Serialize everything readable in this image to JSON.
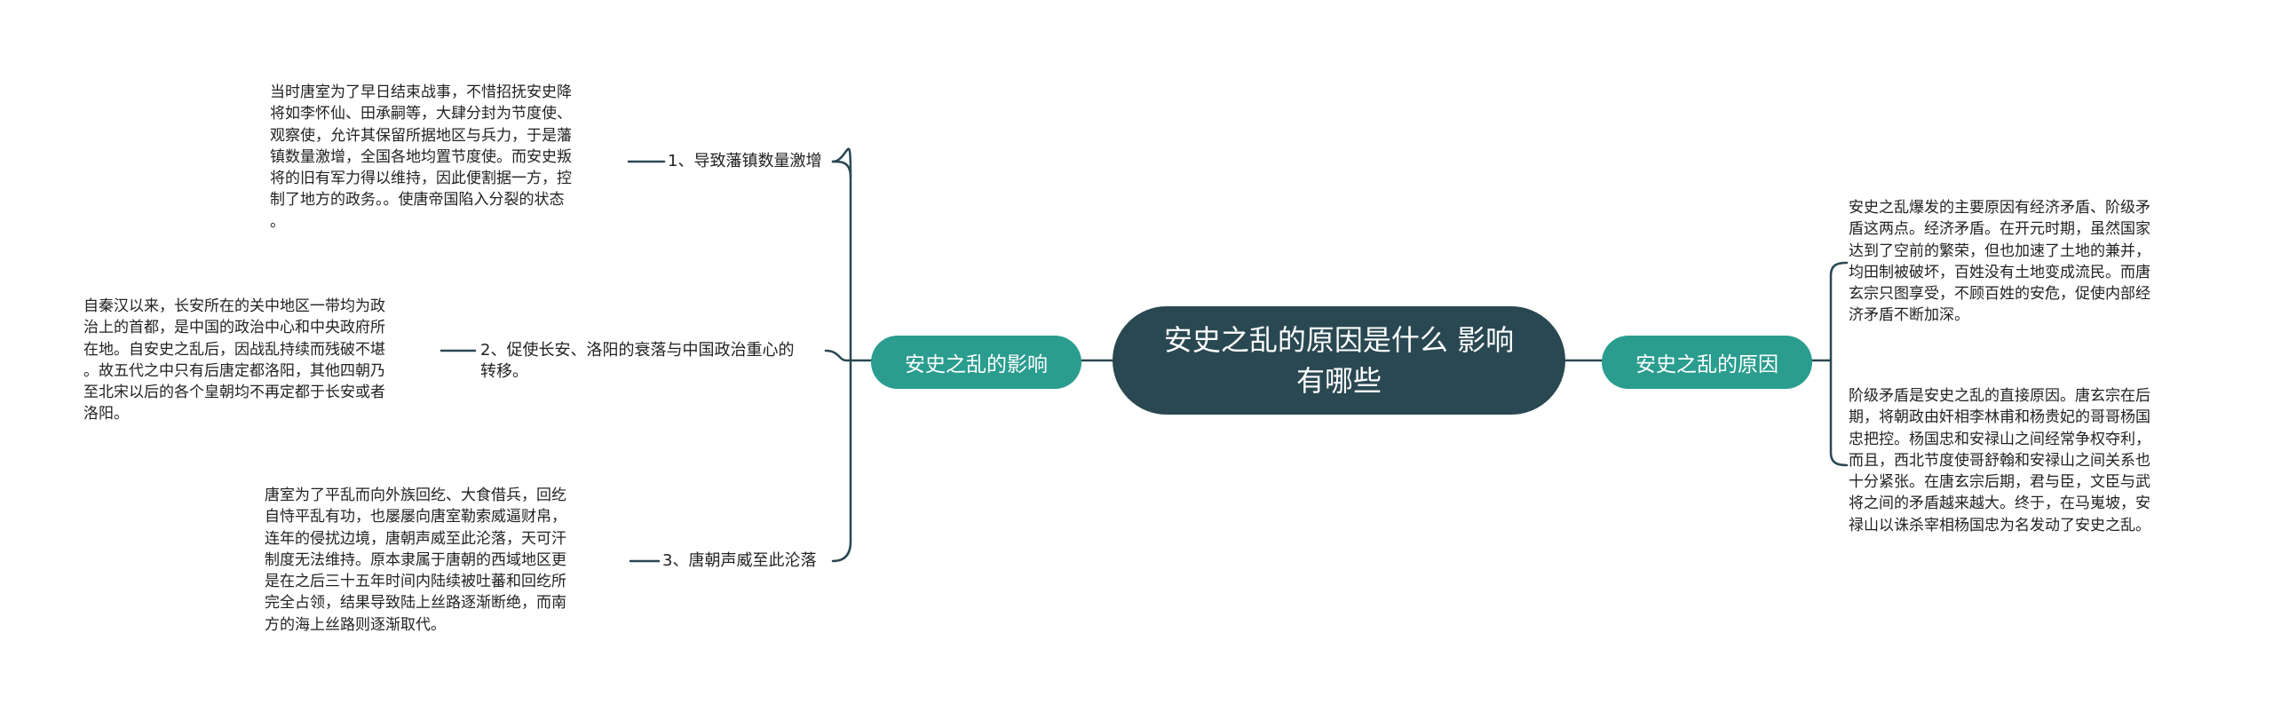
{
  "colors": {
    "root_bg": "#2a4852",
    "branch_bg": "#2a9d8f",
    "line": "#2a4852",
    "text": "#222222"
  },
  "root": {
    "label": "安史之乱的原因是什么 影响有哪些"
  },
  "left_branch": {
    "label": "安史之乱的影响",
    "items": [
      {
        "label": "1、导致藩镇数量激增",
        "text": "当时唐室为了早日结束战事，不惜招抚安史降\n将如李怀仙、田承嗣等，大肆分封为节度使、\n观察使，允许其保留所据地区与兵力，于是藩\n镇数量激增，全国各地均置节度使。而安史叛\n将的旧有军力得以维持，因此便割据一方，控\n制了地方的政务。。使唐帝国陷入分裂的状态\n。"
      },
      {
        "label": "2、促使长安、洛阳的衰落与中国政治重心的\n转移。",
        "text": "自秦汉以来，长安所在的关中地区一带均为政\n治上的首都，是中国的政治中心和中央政府所\n在地。自安史之乱后，因战乱持续而残破不堪\n。故五代之中只有后唐定都洛阳，其他四朝乃\n至北宋以后的各个皇朝均不再定都于长安或者\n洛阳。"
      },
      {
        "label": "3、唐朝声威至此沦落",
        "text": "唐室为了平乱而向外族回纥、大食借兵，回纥\n自恃平乱有功，也屡屡向唐室勒索威逼财帛，\n连年的侵扰边境，唐朝声威至此沦落，天可汗\n制度无法维持。原本隶属于唐朝的西域地区更\n是在之后三十五年时间内陆续被吐蕃和回纥所\n完全占领，结果导致陆上丝路逐渐断绝，而南\n方的海上丝路则逐渐取代。"
      }
    ]
  },
  "right_branch": {
    "label": "安史之乱的原因",
    "items": [
      {
        "text": "安史之乱爆发的主要原因有经济矛盾、阶级矛\n盾这两点。经济矛盾。在开元时期，虽然国家\n达到了空前的繁荣，但也加速了土地的兼并，\n均田制被破坏，百姓没有土地变成流民。而唐\n玄宗只图享受，不顾百姓的安危，促使内部经\n济矛盾不断加深。"
      },
      {
        "text": "阶级矛盾是安史之乱的直接原因。唐玄宗在后\n期，将朝政由奸相李林甫和杨贵妃的哥哥杨国\n忠把控。杨国忠和安禄山之间经常争权夺利，\n而且，西北节度使哥舒翰和安禄山之间关系也\n十分紧张。在唐玄宗后期，君与臣，文臣与武\n将之间的矛盾越来越大。终于，在马嵬坡，安\n禄山以诛杀宰相杨国忠为名发动了安史之乱。"
      }
    ]
  }
}
